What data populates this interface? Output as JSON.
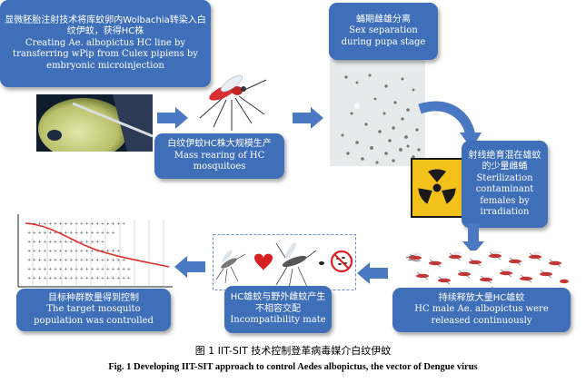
{
  "boxes": {
    "injection": {
      "cn": "显微胚胎注射技术将库蚊卵内Wolbachia转染入白纹伊蚊，获得HC株",
      "en1": "Creating Ae. albopictus HC line by",
      "en2": "transferring wPip from Culex pipiens by",
      "en3": "embryonic microinjection"
    },
    "sex_separation": {
      "cn": "蛹期雌雄分离",
      "en": "Sex separation during pupa stage"
    },
    "mass_rearing": {
      "cn": "白纹伊蚊HC株大规模生产",
      "en": "Mass rearing of HC mosquitoes"
    },
    "sterilization": {
      "cn": "射线绝育混在雄蚊的少量雌蛹",
      "en": "Sterilization contaminant females by irradiation"
    },
    "release": {
      "cn": "持续释放大量HC雄蚊",
      "en": "HC male Ae. albopictus were released continuously"
    },
    "incompatibility": {
      "cn": "HC雄蚊与野外雌蚊产生不相容交配",
      "en": "Incompatibility mate"
    },
    "controlled": {
      "cn": "目标种群数量得到控制",
      "en": "The target mosquito population was controlled"
    }
  },
  "caption": {
    "cn": "图 1    IIT-SIT 技术控制登革病毒媒介白纹伊蚊",
    "en": "Fig. 1    Developing IIT-SIT approach to control Aedes albopictus, the vector of Dengue virus"
  },
  "colors": {
    "box": "#3f6fb8",
    "arrow": "#4a78c2",
    "radiation_yellow": "#f2c21a",
    "chart_curve": "#e0302a"
  },
  "icons": [
    "mosquito-icon",
    "radiation-icon",
    "heart-icon",
    "no-symbol-icon"
  ]
}
